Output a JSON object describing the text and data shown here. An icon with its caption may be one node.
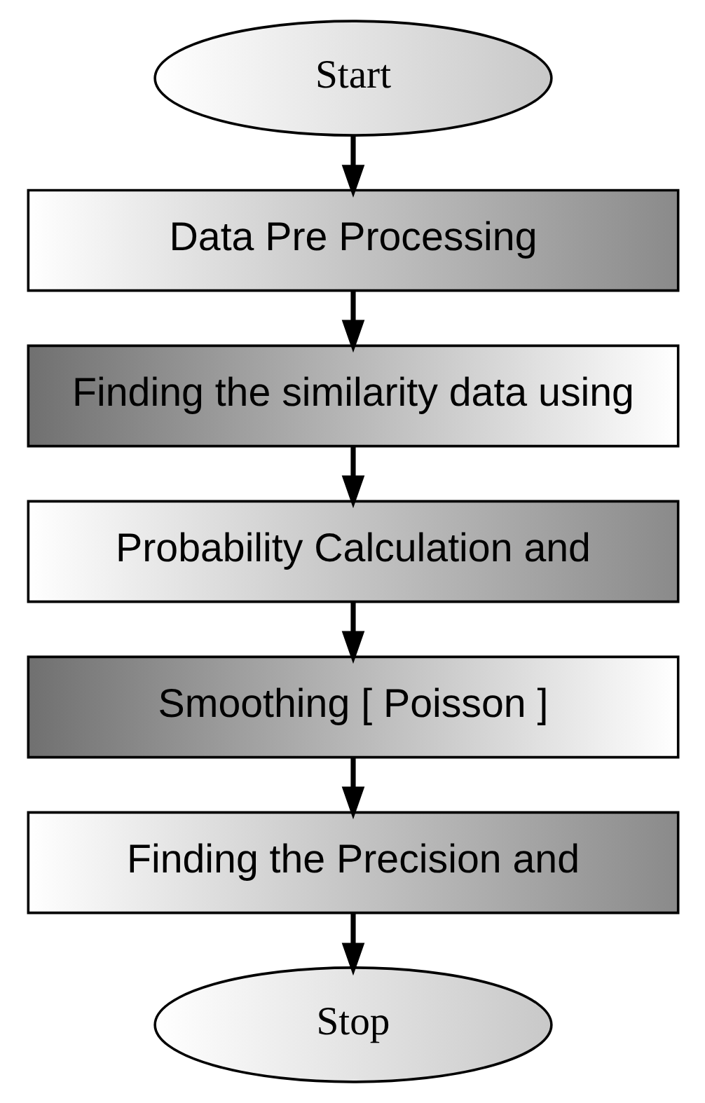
{
  "diagram": {
    "nodes": [
      {
        "text": [
          "Start"
        ]
      },
      {
        "text": [
          "Data Pre Processing"
        ]
      },
      {
        "text": [
          "Finding the similarity data using"
        ]
      },
      {
        "text": [
          "Probability Calculation and"
        ]
      },
      {
        "text": [
          "Smoothing [ Poisson ]"
        ]
      },
      {
        "text": [
          "Finding the Precision and"
        ]
      },
      {
        "text": [
          "Stop"
        ]
      }
    ],
    "edges": [
      {
        "from": 0,
        "to": 1,
        "arrow": "to"
      },
      {
        "from": 1,
        "to": 2,
        "arrow": "to"
      },
      {
        "from": 2,
        "to": 3,
        "arrow": "to"
      },
      {
        "from": 3,
        "to": 4,
        "arrow": "to"
      },
      {
        "from": 4,
        "to": 5,
        "arrow": "to"
      },
      {
        "from": 5,
        "to": 6,
        "arrow": "to"
      }
    ]
  }
}
